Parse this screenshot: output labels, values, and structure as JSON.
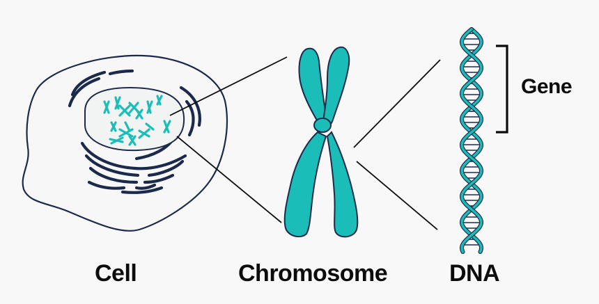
{
  "colors": {
    "background": "#f8f8f8",
    "outline": "#1b2a4a",
    "teal": "#1bbdb8",
    "teal_dark": "#0e8f8c",
    "cell_fill": "#f7f7f7",
    "nucleus_fill": "#f1f4f2",
    "label": "#0c0c0c"
  },
  "labels": {
    "cell": "Cell",
    "chromosome": "Chromosome",
    "dna": "DNA",
    "gene": "Gene"
  },
  "diagram": {
    "stages": [
      "cell",
      "chromosome",
      "dna"
    ],
    "icons": [
      "cell-icon",
      "nucleus-icon",
      "chromosome-icon",
      "dna-helix-icon",
      "gene-bracket-icon"
    ]
  }
}
